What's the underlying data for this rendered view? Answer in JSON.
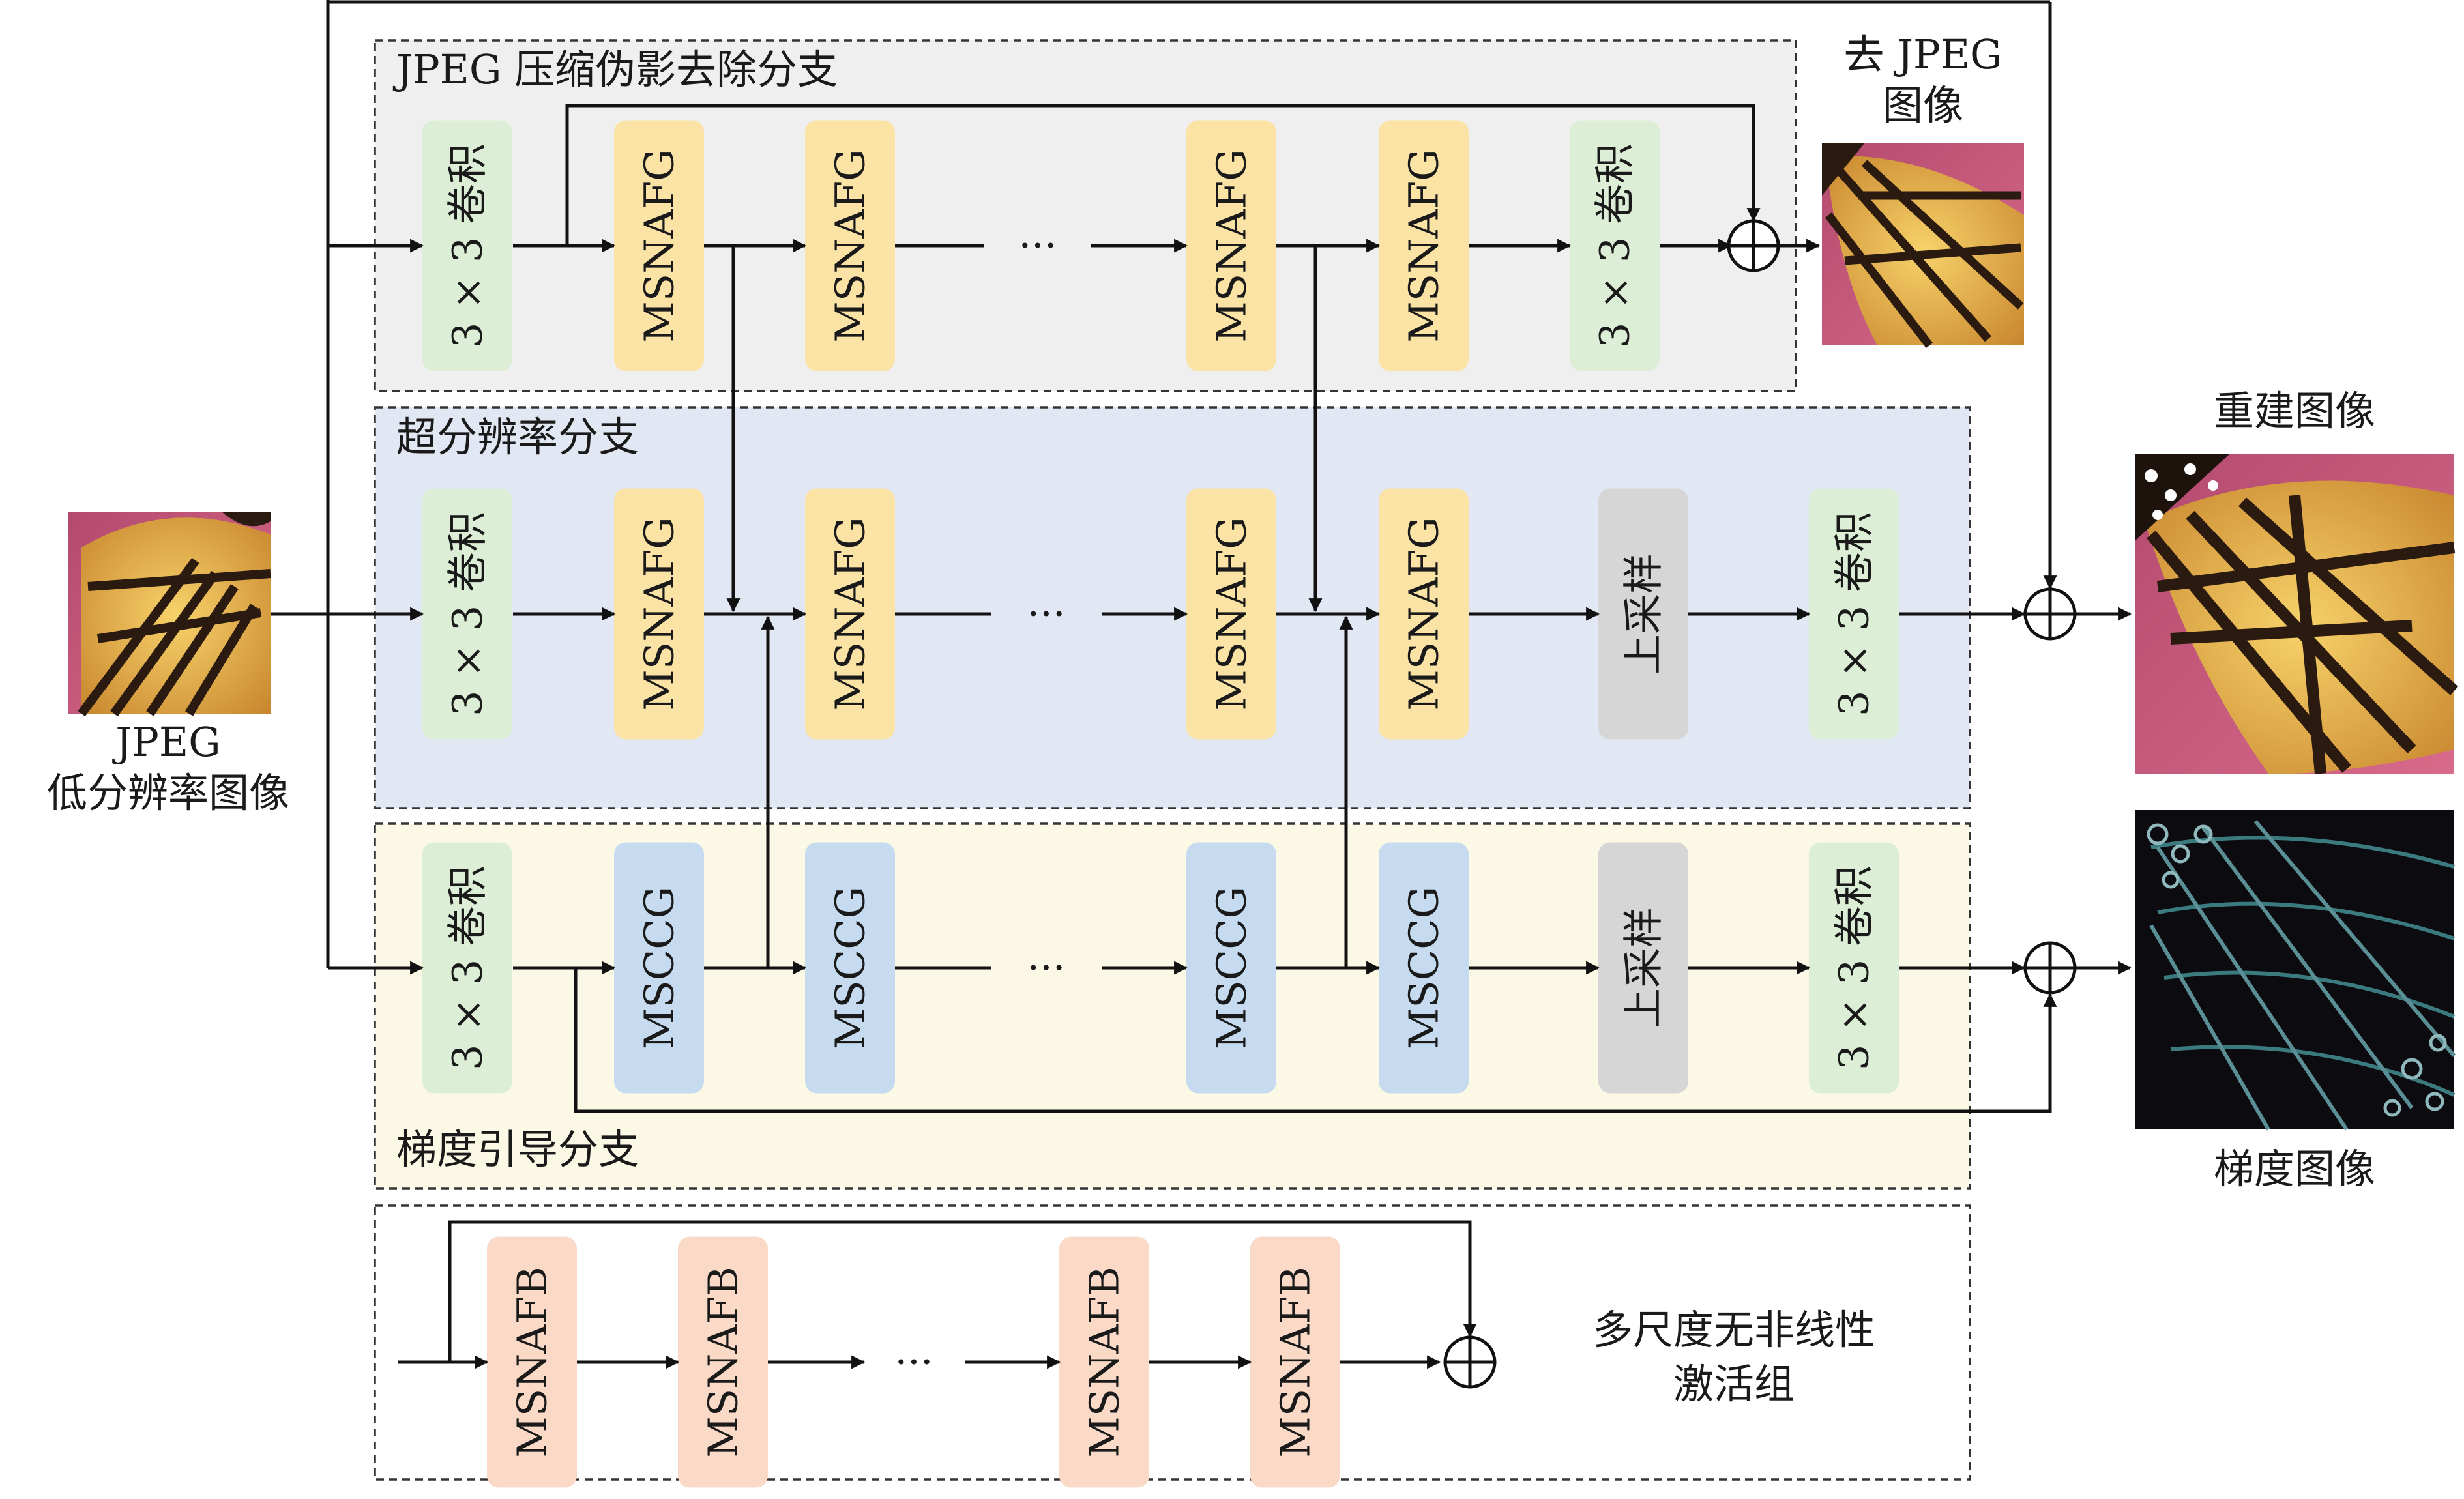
{
  "colors": {
    "jpeg_branch_bg": "#efefef",
    "sr_branch_bg": "#e1e7f3",
    "grad_branch_bg": "#fcf8e6",
    "group_bg": "#ffffff",
    "conv_block": "#dcefd6",
    "msnafg_block": "#fbe3a6",
    "msccg_block": "#c6dbef",
    "upsample_block": "#d6d6d6",
    "msnafb_block": "#fad9c7"
  },
  "branches": {
    "jpeg": "JPEG 压缩伪影去除分支",
    "sr": "超分辨率分支",
    "grad": "梯度引导分支"
  },
  "blocks": {
    "conv": "3 × 3 卷积",
    "msnafg": "MSNAFG",
    "msccg": "MSCCG",
    "upsample": "上采样",
    "msnafb": "MSNAFB",
    "ellipsis": "···"
  },
  "input": {
    "line1": "JPEG",
    "line2": "低分辨率图像",
    "image": "butterfly-lr-thumbnail"
  },
  "outputs": {
    "dejpeg_line1": "去 JPEG",
    "dejpeg_line2": "图像",
    "dejpeg_image": "butterfly-dejpeg-thumbnail",
    "reconstructed": "重建图像",
    "reconstructed_image": "butterfly-hr-image",
    "gradient": "梯度图像",
    "gradient_image": "butterfly-gradient-map"
  },
  "legend": {
    "line1": "多尺度无非线性",
    "line2": "激活组"
  },
  "symbols": {
    "adder": "circle-plus-icon"
  }
}
